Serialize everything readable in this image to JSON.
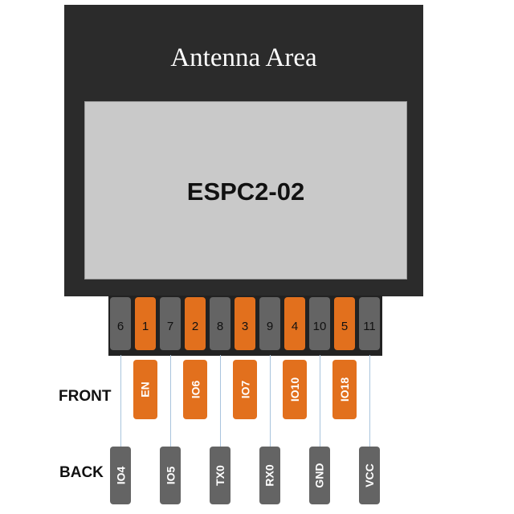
{
  "module": {
    "antenna_label": "Antenna Area",
    "chip_label": "ESPC2-02",
    "colors": {
      "body": "#2b2b2b",
      "chip": "#c9c9c9",
      "front_pin": "#e2701d",
      "back_pin": "#646464"
    }
  },
  "pads": [
    "6",
    "1",
    "7",
    "2",
    "8",
    "3",
    "9",
    "4",
    "10",
    "5",
    "11"
  ],
  "front": {
    "label": "FRONT",
    "pins": [
      "EN",
      "IO6",
      "IO7",
      "IO10",
      "IO18"
    ]
  },
  "back": {
    "label": "BACK",
    "pins": [
      "IO4",
      "IO5",
      "TX0",
      "RX0",
      "GND",
      "VCC"
    ]
  }
}
